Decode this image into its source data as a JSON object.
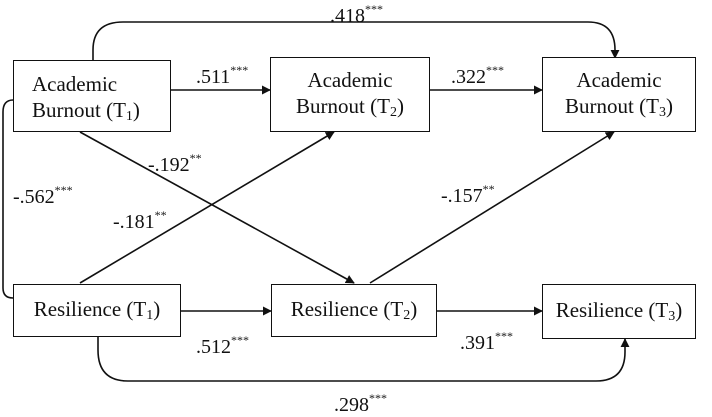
{
  "nodes": {
    "ab_t1": {
      "line1": "Academic",
      "line2": "Burnout (T",
      "sub": "1",
      "close": ")"
    },
    "ab_t2": {
      "line1": "Academic",
      "line2": "Burnout (T",
      "sub": "2",
      "close": ")"
    },
    "ab_t3": {
      "line1": "Academic",
      "line2": "Burnout (T",
      "sub": "3",
      "close": ")"
    },
    "res_t1": {
      "text": "Resilience (T",
      "sub": "1",
      "close": ")"
    },
    "res_t2": {
      "text": "Resilience (T",
      "sub": "2",
      "close": ")"
    },
    "res_t3": {
      "text": "Resilience (T",
      "sub": "3",
      "close": ")"
    }
  },
  "paths": {
    "ab1_ab3": {
      "value": ".418",
      "sig": "***"
    },
    "ab1_ab2": {
      "value": ".511",
      "sig": "***"
    },
    "ab2_ab3": {
      "value": ".322",
      "sig": "***"
    },
    "ab1_res2": {
      "value": "-.192",
      "sig": "**"
    },
    "ab1_res1_cov": {
      "value": "-.562",
      "sig": "***"
    },
    "res1_ab2": {
      "value": "-.181",
      "sig": "**"
    },
    "res2_ab3": {
      "value": "-.157",
      "sig": "**"
    },
    "res1_res2": {
      "value": ".512",
      "sig": "***"
    },
    "res2_res3": {
      "value": ".391",
      "sig": "***"
    },
    "res1_res3": {
      "value": ".298",
      "sig": "***"
    }
  }
}
